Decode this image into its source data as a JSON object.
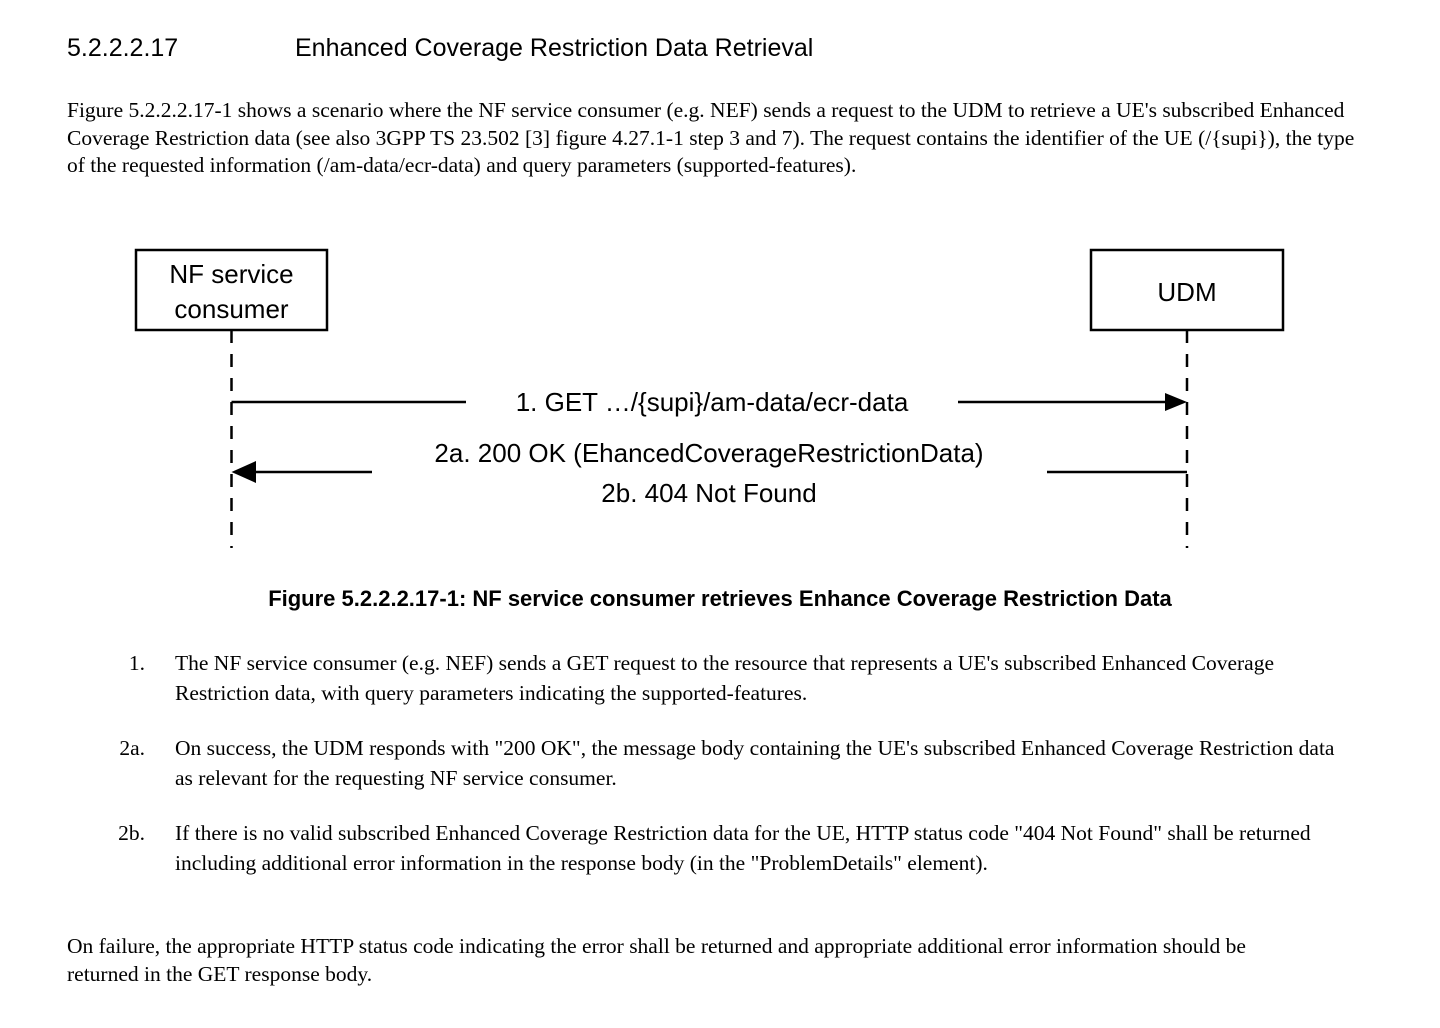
{
  "heading": {
    "number": "5.2.2.2.17",
    "title": "Enhanced Coverage Restriction Data Retrieval"
  },
  "intro_paragraph": "Figure 5.2.2.2.17-1 shows a scenario where the NF service consumer (e.g. NEF) sends a request to the UDM to retrieve a UE's subscribed Enhanced Coverage Restriction data (see also 3GPP TS 23.502 [3] figure 4.27.1-1 step 3 and 7). The request contains the identifier of the UE (/{supi}), the type of the requested information (/am-data/ecr-data) and query parameters (supported-features).",
  "diagram": {
    "actors": [
      {
        "id": "nf-service-consumer",
        "line1": "NF service",
        "line2": "consumer"
      },
      {
        "id": "udm",
        "line1": "UDM",
        "line2": ""
      }
    ],
    "messages": [
      {
        "id": "get-request",
        "label": "1. GET …/{supi}/am-data/ecr-data",
        "direction": "right"
      },
      {
        "id": "response-200",
        "label": "2a. 200 OK (EhancedCoverageRestrictionData)",
        "direction": "left"
      },
      {
        "id": "response-404",
        "label": "2b. 404 Not Found",
        "direction": "left"
      }
    ]
  },
  "figure_caption": "Figure 5.2.2.2.17-1: NF service consumer retrieves Enhance Coverage Restriction Data",
  "steps": [
    {
      "marker": "1.",
      "text": "The NF service consumer (e.g. NEF) sends a GET request to the resource that represents a UE's subscribed Enhanced Coverage Restriction data, with query parameters indicating the supported-features."
    },
    {
      "marker": "2a.",
      "text": "On success, the UDM responds with \"200 OK\", the message body containing the UE's subscribed Enhanced Coverage Restriction data as relevant for the requesting NF service consumer."
    },
    {
      "marker": "2b.",
      "text": "If there is no valid subscribed Enhanced Coverage Restriction data for the UE, HTTP status code \"404 Not Found\" shall be returned including additional error information in the response body (in the \"ProblemDetails\" element)."
    }
  ],
  "closing_paragraph": "On failure, the appropriate HTTP status code indicating the error shall be returned and appropriate additional error information should be returned in the GET response body."
}
